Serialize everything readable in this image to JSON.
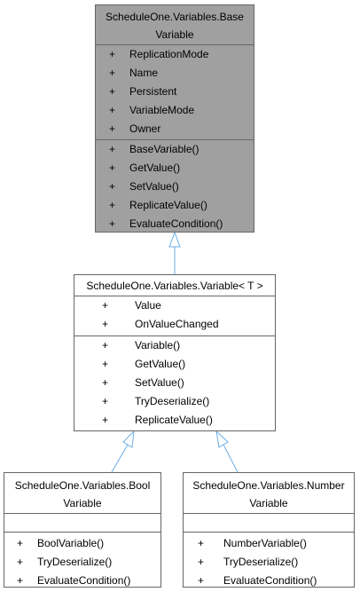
{
  "diagram": {
    "boxes": {
      "base_variable": {
        "title_line1": "ScheduleOne.Variables.Base",
        "title_line2": "Variable",
        "attributes": [
          {
            "sym": "+",
            "name": "ReplicationMode"
          },
          {
            "sym": "+",
            "name": "Name"
          },
          {
            "sym": "+",
            "name": "Persistent"
          },
          {
            "sym": "+",
            "name": "VariableMode"
          },
          {
            "sym": "+",
            "name": "Owner"
          }
        ],
        "operations": [
          {
            "sym": "+",
            "name": "BaseVariable()"
          },
          {
            "sym": "+",
            "name": "GetValue()"
          },
          {
            "sym": "+",
            "name": "SetValue()"
          },
          {
            "sym": "+",
            "name": "ReplicateValue()"
          },
          {
            "sym": "+",
            "name": "EvaluateCondition()"
          }
        ],
        "fill": "#a0a0a0"
      },
      "variable_t": {
        "title_line1": "ScheduleOne.Variables.Variable< T >",
        "attributes": [
          {
            "sym": "+",
            "name": "Value"
          },
          {
            "sym": "+",
            "name": "OnValueChanged"
          }
        ],
        "operations": [
          {
            "sym": "+",
            "name": "Variable()"
          },
          {
            "sym": "+",
            "name": "GetValue()"
          },
          {
            "sym": "+",
            "name": "SetValue()"
          },
          {
            "sym": "+",
            "name": "TryDeserialize()"
          },
          {
            "sym": "+",
            "name": "ReplicateValue()"
          }
        ]
      },
      "bool_variable": {
        "title_line1": "ScheduleOne.Variables.Bool",
        "title_line2": "Variable",
        "operations": [
          {
            "sym": "+",
            "name": "BoolVariable()"
          },
          {
            "sym": "+",
            "name": "TryDeserialize()"
          },
          {
            "sym": "+",
            "name": "EvaluateCondition()"
          }
        ]
      },
      "number_variable": {
        "title_line1": "ScheduleOne.Variables.Number",
        "title_line2": "Variable",
        "operations": [
          {
            "sym": "+",
            "name": "NumberVariable()"
          },
          {
            "sym": "+",
            "name": "TryDeserialize()"
          },
          {
            "sym": "+",
            "name": "EvaluateCondition()"
          }
        ]
      }
    },
    "colors": {
      "border": "#666666",
      "arrow": "#6aaee8",
      "base_fill": "#a0a0a0"
    }
  }
}
